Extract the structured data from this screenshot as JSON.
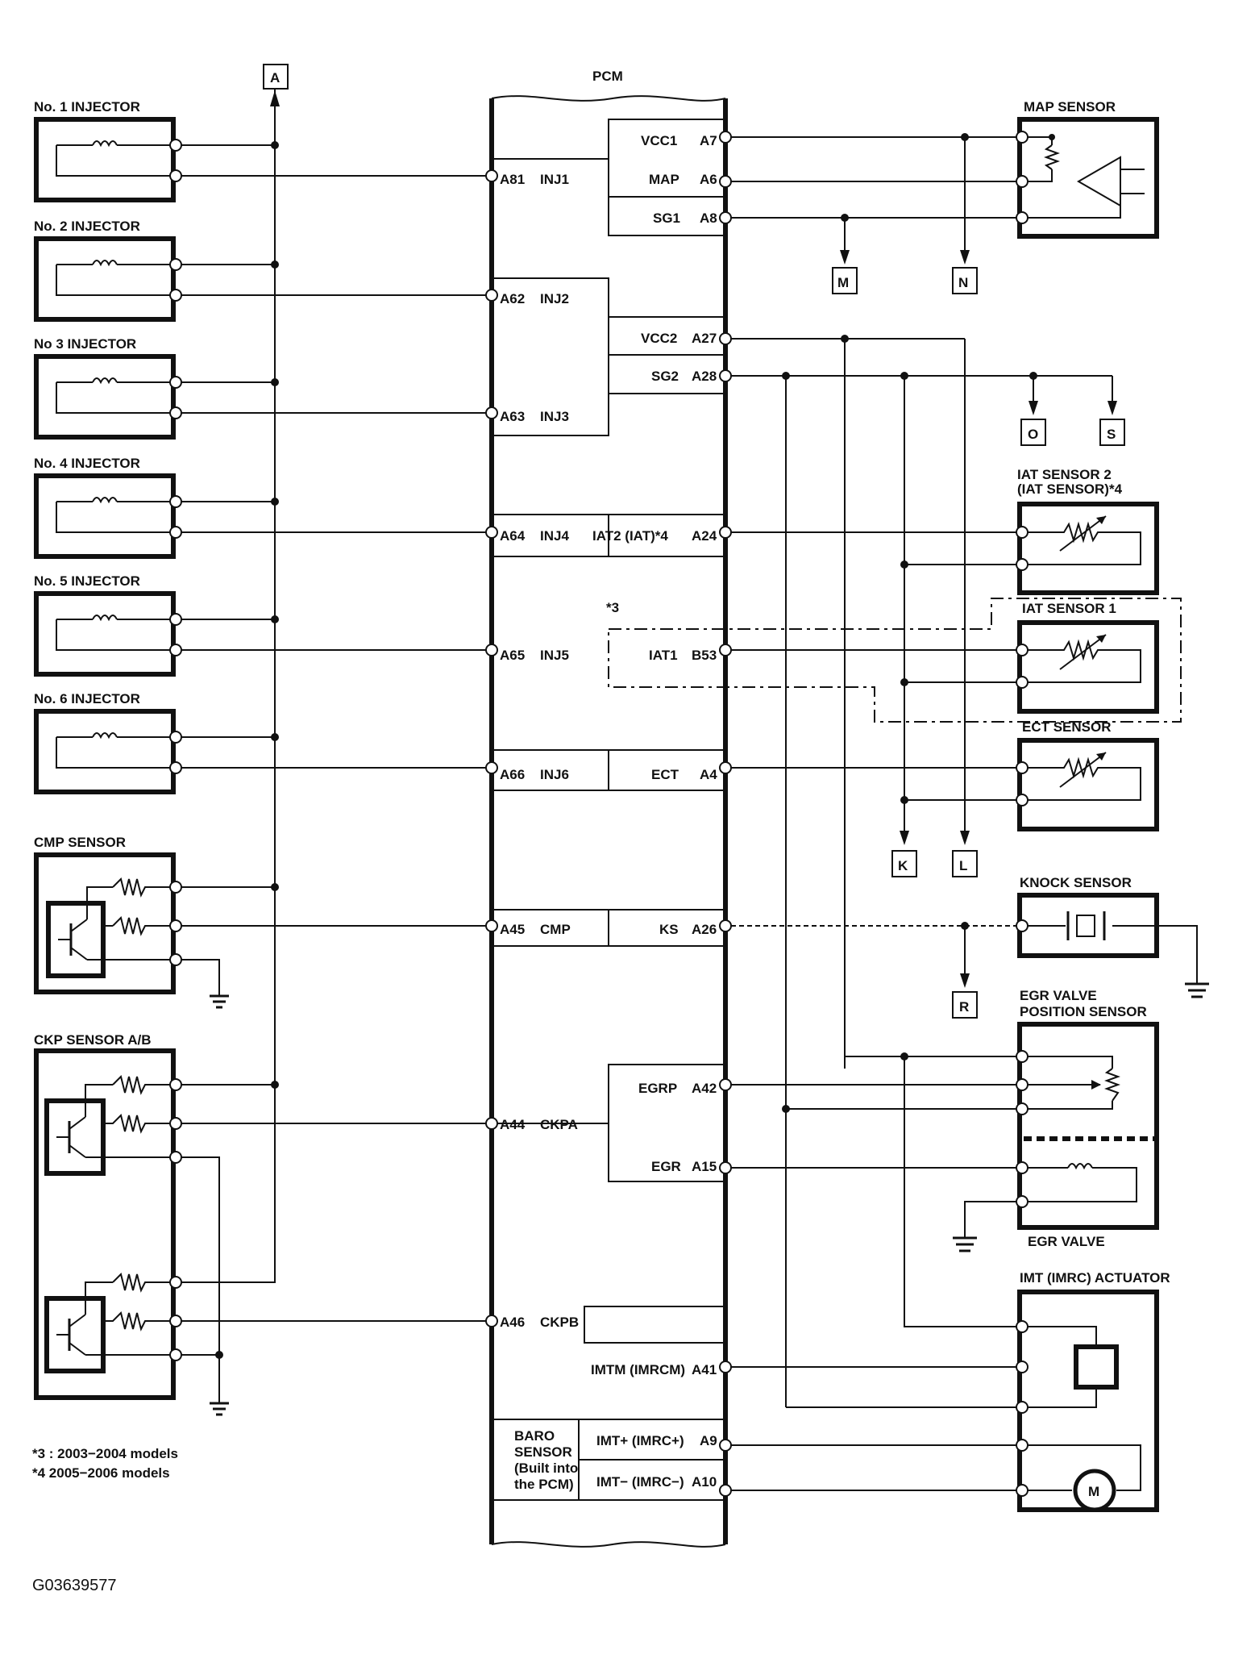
{
  "pcm": {
    "title": "PCM",
    "left_pins": [
      {
        "pin": "A81",
        "signal": "INJ1"
      },
      {
        "pin": "A62",
        "signal": "INJ2"
      },
      {
        "pin": "A63",
        "signal": "INJ3"
      },
      {
        "pin": "A64",
        "signal": "INJ4"
      },
      {
        "pin": "A65",
        "signal": "INJ5"
      },
      {
        "pin": "A66",
        "signal": "INJ6"
      },
      {
        "pin": "A45",
        "signal": "CMP"
      },
      {
        "pin": "A44",
        "signal": "CKPA"
      },
      {
        "pin": "A46",
        "signal": "CKPB"
      }
    ],
    "right_pins": [
      {
        "signal": "VCC1",
        "pin": "A7"
      },
      {
        "signal": "MAP",
        "pin": "A6"
      },
      {
        "signal": "SG1",
        "pin": "A8"
      },
      {
        "signal": "VCC2",
        "pin": "A27"
      },
      {
        "signal": "SG2",
        "pin": "A28"
      },
      {
        "signal": "IAT2 (IAT)*4",
        "pin": "A24"
      },
      {
        "signal": "IAT1",
        "pin": "B53"
      },
      {
        "signal": "ECT",
        "pin": "A4"
      },
      {
        "signal": "KS",
        "pin": "A26"
      },
      {
        "signal": "EGRP",
        "pin": "A42"
      },
      {
        "signal": "EGR",
        "pin": "A15"
      },
      {
        "signal": "IMTM (IMRCM)",
        "pin": "A41"
      },
      {
        "signal": "IMT+ (IMRC+)",
        "pin": "A9"
      },
      {
        "signal": "IMT− (IMRC−)",
        "pin": "A10"
      }
    ],
    "baro": [
      "BARO",
      "SENSOR",
      "(Built into",
      "the PCM)"
    ],
    "note_marker": "*3"
  },
  "components": {
    "injectors": [
      "No. 1 INJECTOR",
      "No. 2 INJECTOR",
      "No 3 INJECTOR",
      "No. 4 INJECTOR",
      "No. 5 INJECTOR",
      "No. 6 INJECTOR"
    ],
    "cmp": "CMP SENSOR",
    "ckp": "CKP SENSOR A/B",
    "map": "MAP SENSOR",
    "iat2_line1": "IAT SENSOR 2",
    "iat2_line2": "(IAT SENSOR)*4",
    "iat1": "IAT SENSOR 1",
    "ect": "ECT SENSOR",
    "knock": "KNOCK SENSOR",
    "egr_line1": "EGR VALVE",
    "egr_line2": "POSITION SENSOR",
    "egr_valve": "EGR VALVE",
    "imt": "IMT (IMRC) ACTUATOR",
    "motor_letter": "M"
  },
  "connectors": {
    "A": "A",
    "M": "M",
    "N": "N",
    "O": "O",
    "S": "S",
    "K": "K",
    "L": "L",
    "R": "R"
  },
  "notes": [
    "*3 : 2003−2004 models",
    "*4  2005−2006 models"
  ],
  "figure_id": "G03639577"
}
